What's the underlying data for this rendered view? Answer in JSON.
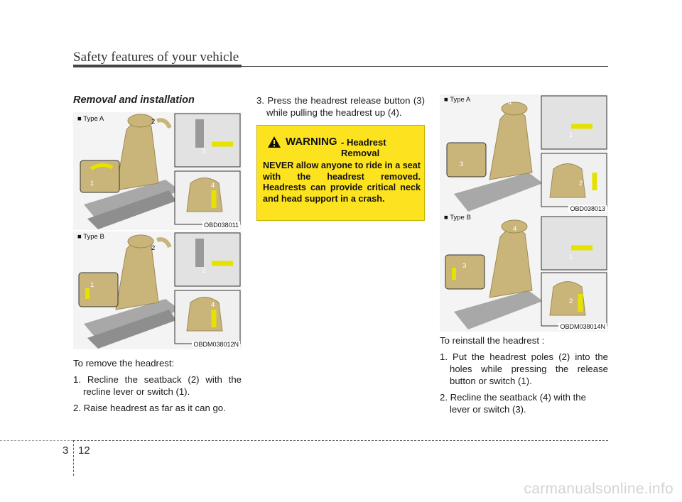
{
  "header": {
    "title": "Safety features of your vehicle"
  },
  "section": {
    "heading": "Removal and installation"
  },
  "figures": {
    "fig1": {
      "type_label": "■ Type A",
      "code": "OBD038011"
    },
    "fig2": {
      "type_label": "■ Type B",
      "code": "OBDM038012N"
    },
    "fig3": {
      "type_label": "■ Type A",
      "code": "OBD038013"
    },
    "fig4": {
      "type_label": "■ Type B",
      "code": "OBDM038014N"
    }
  },
  "callouts": [
    "1",
    "2",
    "3",
    "4"
  ],
  "remove": {
    "intro": "To remove the headrest:",
    "step1": "1. Recline the seatback (2) with the recline lever or switch (1).",
    "step2": "2. Raise headrest as far as it can go.",
    "step3": "3. Press the headrest release button (3) while pulling the headrest up (4)."
  },
  "warning": {
    "title": "WARNING",
    "subtitle": "- Headrest Removal",
    "body": "NEVER allow anyone to ride in a seat with the headrest removed. Headrests can provide critical neck and head support in a crash."
  },
  "reinstall": {
    "intro": "To reinstall the headrest :",
    "step1": "1. Put the headrest poles (2) into the holes while pressing the release button or switch (1).",
    "step2": "2. Recline the seatback (4) with the lever or switch (3)."
  },
  "footer": {
    "chapter": "3",
    "page": "12"
  },
  "watermark": "carmanualsonline.info",
  "colors": {
    "warning_bg": "#fde31f",
    "seat_tan": "#c9b57a",
    "arrow_yellow": "#e6e200",
    "callout_green": "#6f8f2f"
  }
}
